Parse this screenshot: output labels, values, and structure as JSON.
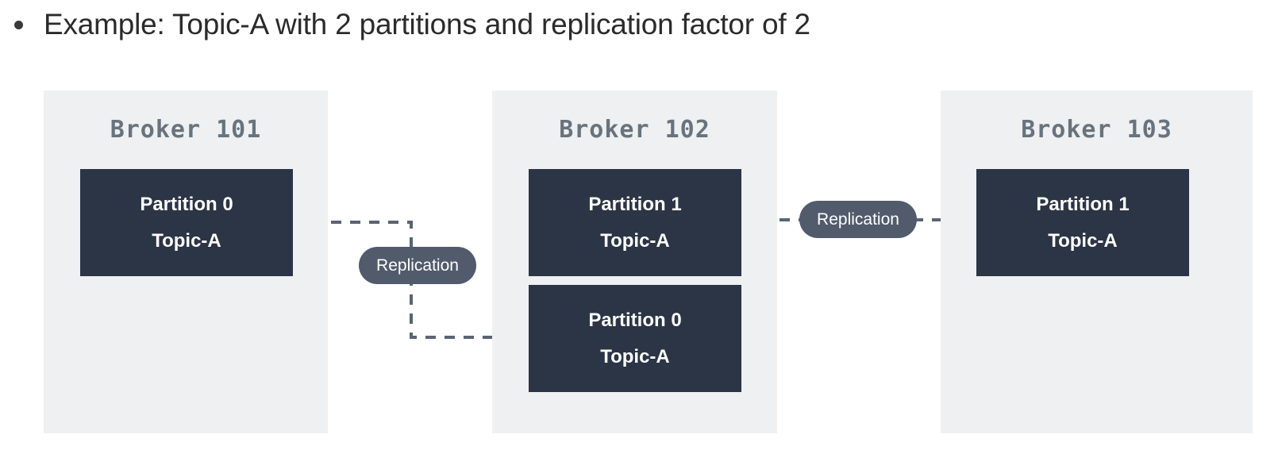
{
  "slide": {
    "title": "Example: Topic-A with 2 partitions and replication factor of 2",
    "bullet_glyph": "bullet-dot"
  },
  "colors": {
    "page_background": "#ffffff",
    "panel_background": "#eef0f2",
    "partition_box": "#2c3545",
    "partition_text": "#ffffff",
    "broker_label": "#68737d",
    "pill_background": "#525b6b",
    "pill_text": "#ffffff",
    "connector_line": "#5a6472",
    "title_text": "#2b2b2b"
  },
  "brokers": [
    {
      "id": "b101",
      "label": "Broker 101",
      "partitions": [
        {
          "id": "b101-p0",
          "partition": "Partition 0",
          "topic": "Topic-A"
        }
      ]
    },
    {
      "id": "b102",
      "label": "Broker 102",
      "partitions": [
        {
          "id": "b102-p1",
          "partition": "Partition 1",
          "topic": "Topic-A"
        },
        {
          "id": "b102-p0",
          "partition": "Partition 0",
          "topic": "Topic-A"
        }
      ]
    },
    {
      "id": "b103",
      "label": "Broker 103",
      "partitions": [
        {
          "id": "b103-p1",
          "partition": "Partition 1",
          "topic": "Topic-A"
        }
      ]
    }
  ],
  "connectors": [
    {
      "id": "replication-left",
      "label": "Replication",
      "from": "b101-p0",
      "to": "b102-p0",
      "style": "dashed-elbow-arrow"
    },
    {
      "id": "replication-right",
      "label": "Replication",
      "from": "b102-p1",
      "to": "b103-p1",
      "style": "dashed-straight-arrow"
    }
  ]
}
